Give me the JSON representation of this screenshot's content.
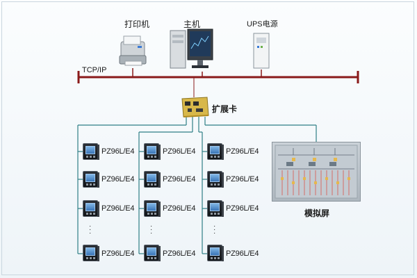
{
  "top_devices": {
    "printer_label": "打印机",
    "host_label": "主机",
    "ups_label": "UPS电源"
  },
  "network": {
    "bus_label": "TCP/IP"
  },
  "expansion_card": {
    "label": "扩展卡"
  },
  "meters": [
    {
      "label": "PZ96L/E4"
    },
    {
      "label": "PZ96L/E4"
    },
    {
      "label": "PZ96L/E4"
    },
    {
      "label": "PZ96L/E4"
    },
    {
      "label": "PZ96L/E4"
    },
    {
      "label": "PZ96L/E4"
    },
    {
      "label": "PZ96L/E4"
    },
    {
      "label": "PZ96L/E4"
    },
    {
      "label": "PZ96L/E4"
    },
    {
      "label": "PZ96L/E4"
    },
    {
      "label": "PZ96L/E4"
    },
    {
      "label": "PZ96L/E4"
    }
  ],
  "mimic_screen": {
    "label": "模拟屏"
  },
  "colors": {
    "bus": "#8a1a1a",
    "wire": "#2f7f86",
    "card": "#d8b84a"
  }
}
